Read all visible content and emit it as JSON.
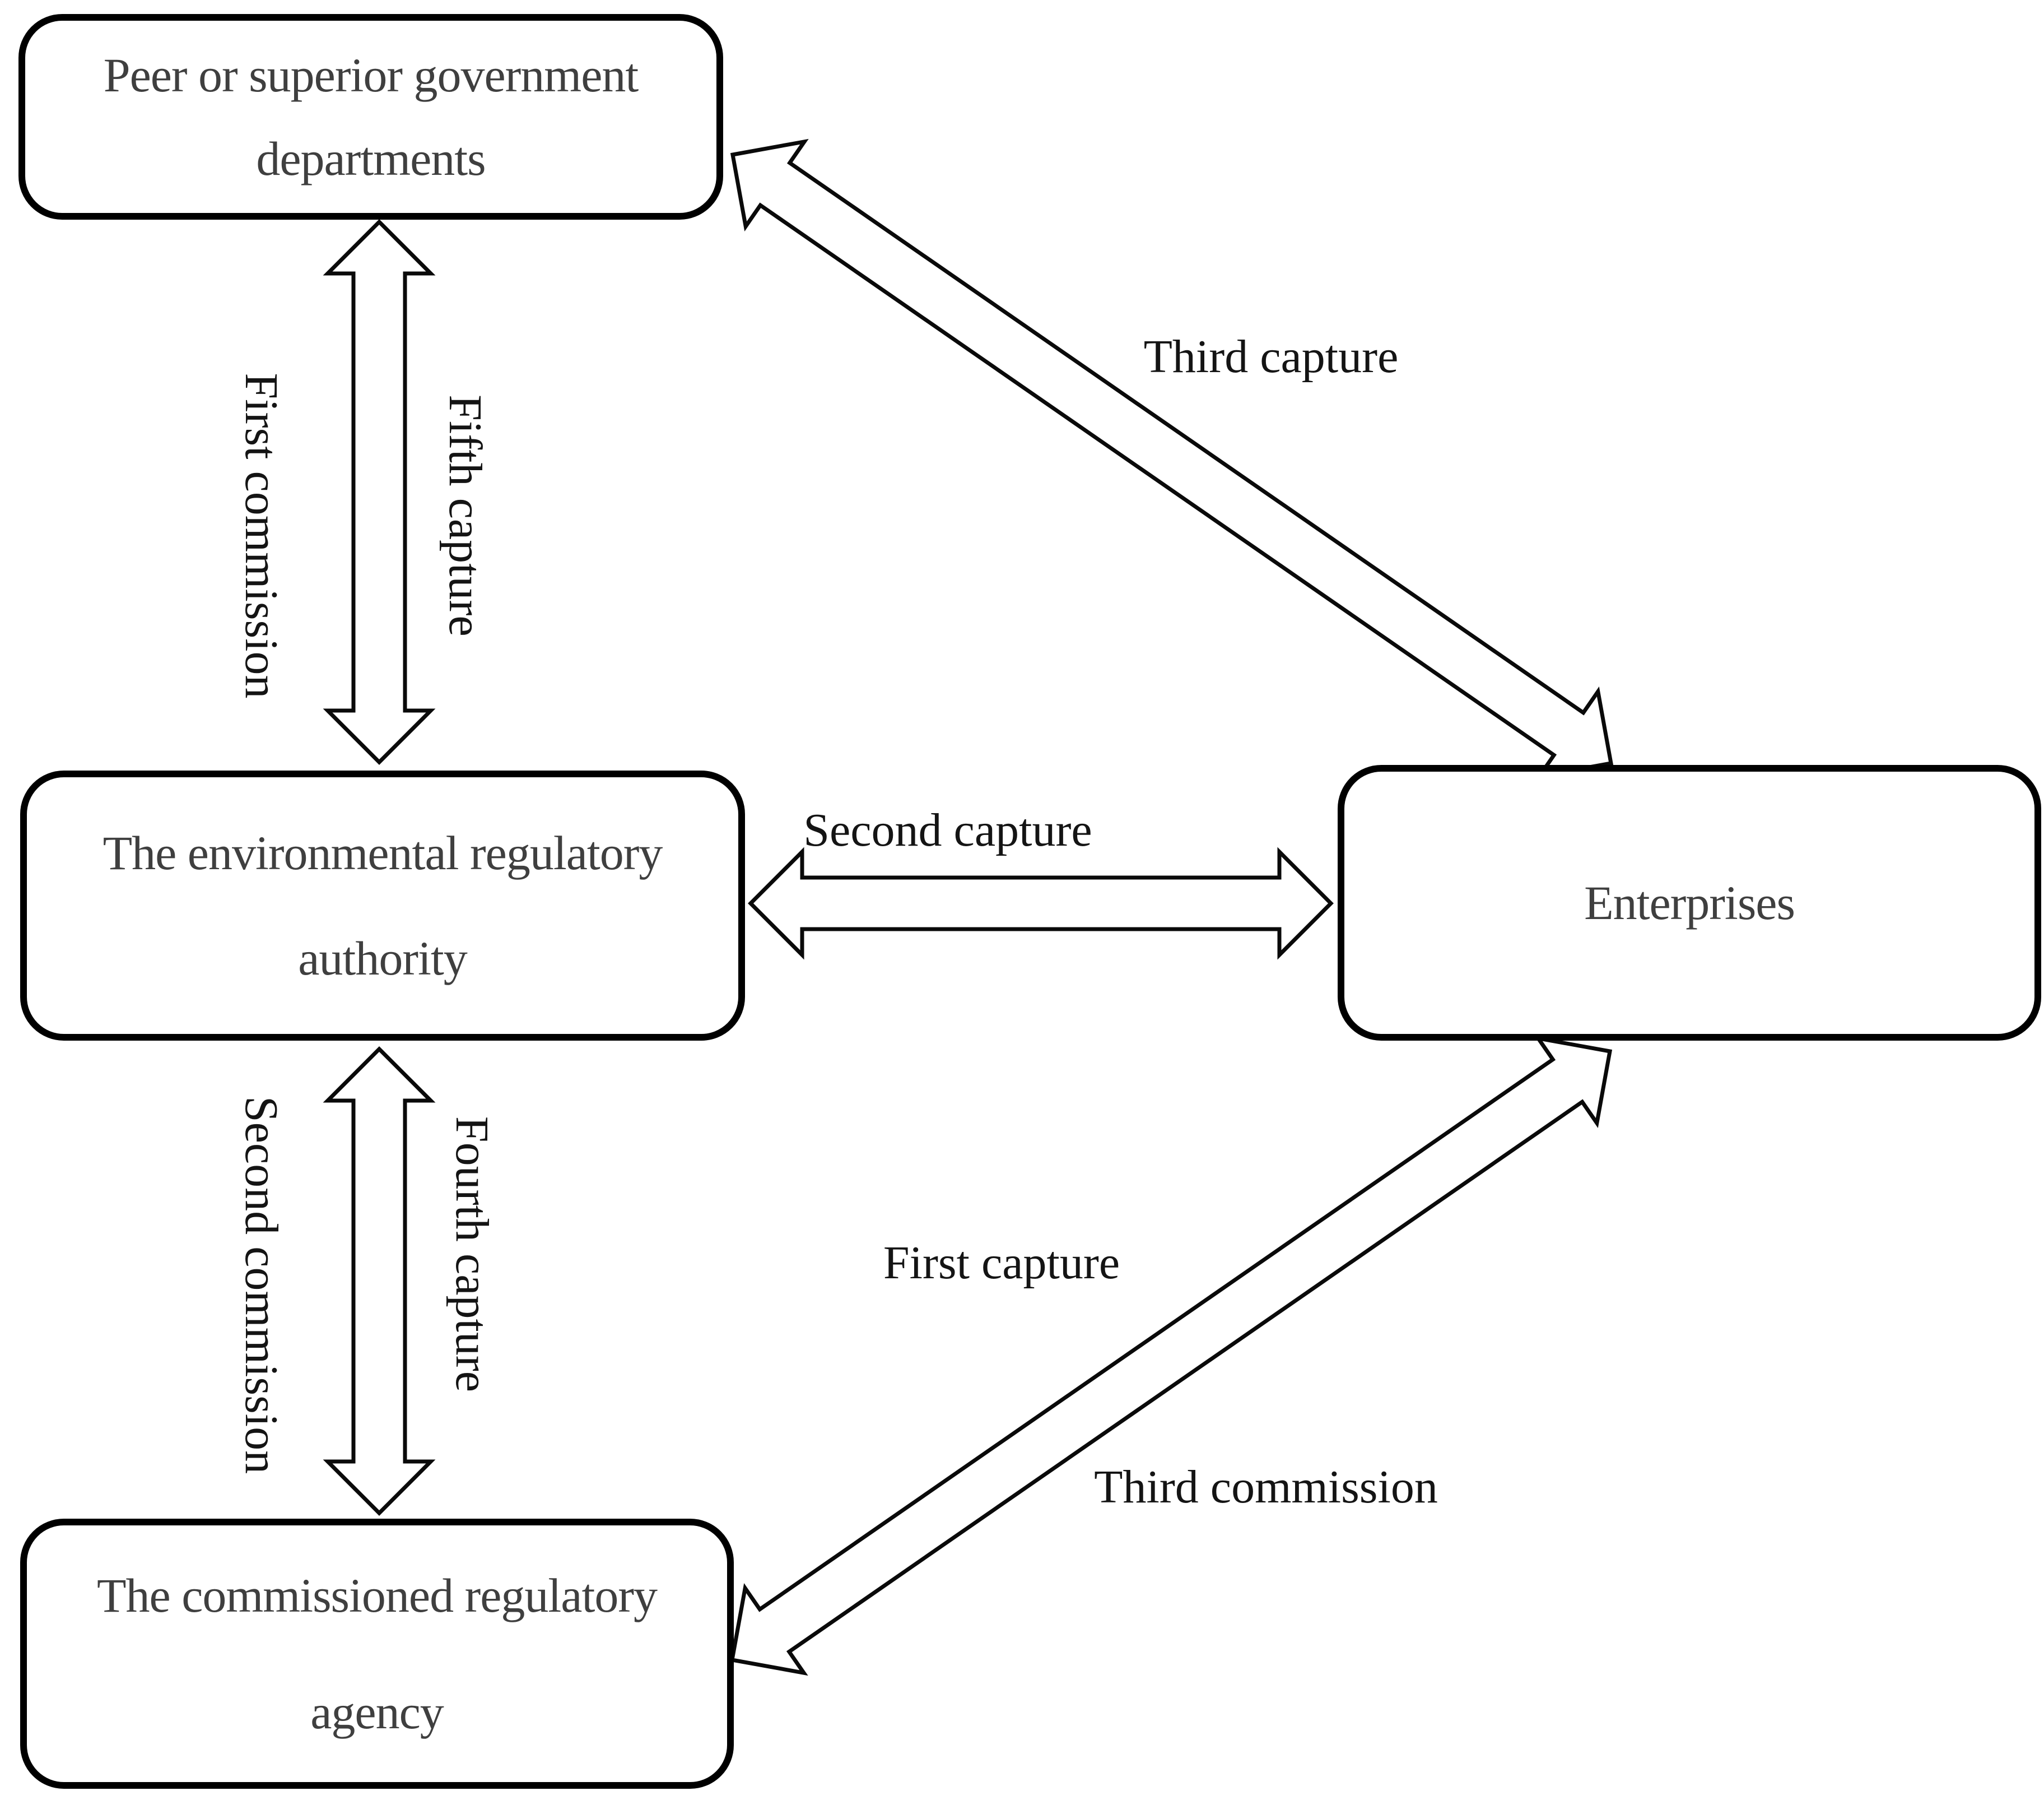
{
  "figure": {
    "boxes": {
      "peer": {
        "line1": "Peer or superior government",
        "line2": "departments"
      },
      "authority": {
        "line1": "The environmental regulatory",
        "line2": "authority"
      },
      "agency": {
        "line1": "The commissioned regulatory",
        "line2": "agency"
      },
      "enterprises": {
        "line1": "Enterprises"
      }
    },
    "labels": {
      "first_commission": "First commission",
      "fifth_capture": "Fifth capture",
      "second_commission": "Second commission",
      "fourth_capture": "Fourth capture",
      "second_capture": "Second capture",
      "third_capture": "Third capture",
      "first_capture": "First capture",
      "third_commission": "Third commission"
    },
    "colors": {
      "background": "#ffffff",
      "box_fill": "#ffffff",
      "box_border": "#000000",
      "box_text": "#3f3f3f",
      "label_text": "#141414",
      "arrow_stroke": "#0a0a0a",
      "arrow_fill": "#ffffff"
    }
  }
}
